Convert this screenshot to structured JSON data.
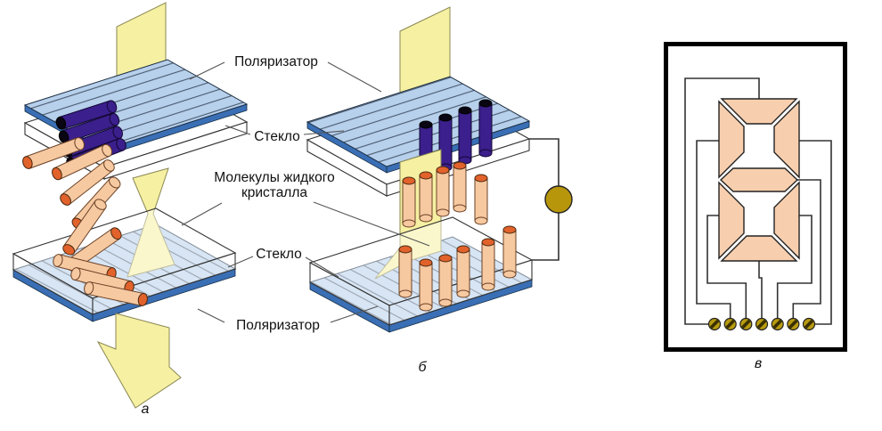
{
  "figure": {
    "title_semantics": "LCD operation principle diagram",
    "labels": {
      "polarizer_top": "Поляризатор",
      "glass_top": "Стекло",
      "molecules_line1": "Молекулы жидкого",
      "molecules_line2": "кристалла",
      "glass_bottom": "Стекло",
      "polarizer_bottom": "Поляризатор"
    },
    "captions": {
      "a": "а",
      "b": "б",
      "v": "в"
    },
    "colors": {
      "plate_blue": "#b7d0ec",
      "plate_edge_blue": "#3a6fb5",
      "stripe": "#4a5a6e",
      "light_yellow": "#f6f0a2",
      "molecule_orange_body": "#f7c9a1",
      "molecule_orange_cap": "#e2622b",
      "molecule_purple": "#3b1f8c",
      "segment_peach": "#f8cfae",
      "contact_gold": "#b89b10",
      "power_source": "#b8960c",
      "wire": "#333333"
    },
    "icons": {
      "power_source": "filled-circle",
      "contact": "hatched-gold-circle",
      "light_beam": "yellow-sheet-arrow"
    }
  }
}
